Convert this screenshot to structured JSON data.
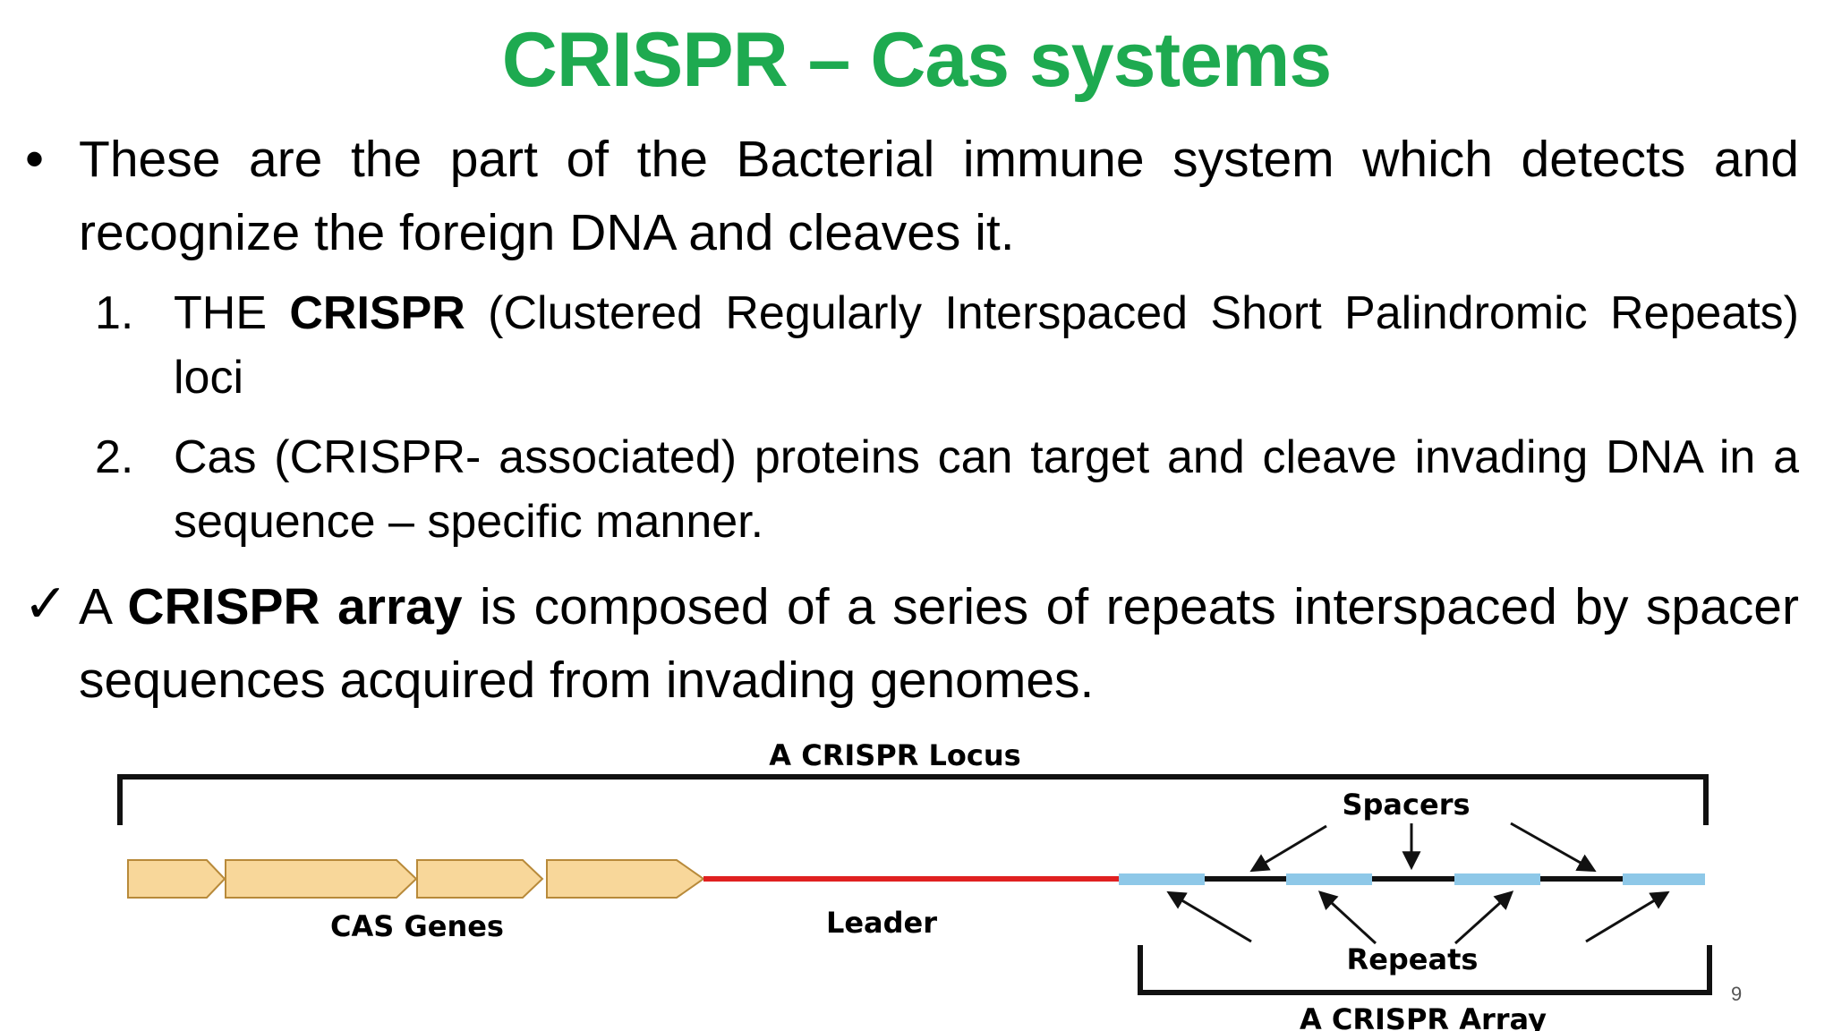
{
  "slide": {
    "title": "CRISPR – Cas systems",
    "bullet_symbol": "•",
    "check_symbol": "✓",
    "intro": "These are the part of  the Bacterial immune system which detects and recognize the foreign DNA and cleaves it.",
    "items": [
      {
        "num": "1.",
        "pre": "THE ",
        "bold": "CRISPR",
        "post": " (Clustered Regularly Interspaced Short Palindromic Repeats) loci"
      },
      {
        "num": "2.",
        "text": "Cas (CRISPR- associated) proteins can target and cleave invading DNA in a sequence – specific manner."
      }
    ],
    "array_point": {
      "pre": "A ",
      "bold": "CRISPR array",
      "post": " is composed of a series of repeats interspaced by spacer sequences acquired from invading genomes."
    },
    "page_number": "9"
  },
  "diagram": {
    "locus_label": "A CRISPR Locus",
    "cas_label": "CAS Genes",
    "leader_label": "Leader",
    "spacers_label": "Spacers",
    "repeats_label": "Repeats",
    "array_label": "A CRISPR Array",
    "colors": {
      "gene_fill": "#f8d79a",
      "gene_stroke": "#b88a3a",
      "leader": "#e02020",
      "spacer": "#8ec8e8",
      "line": "#111111"
    }
  }
}
